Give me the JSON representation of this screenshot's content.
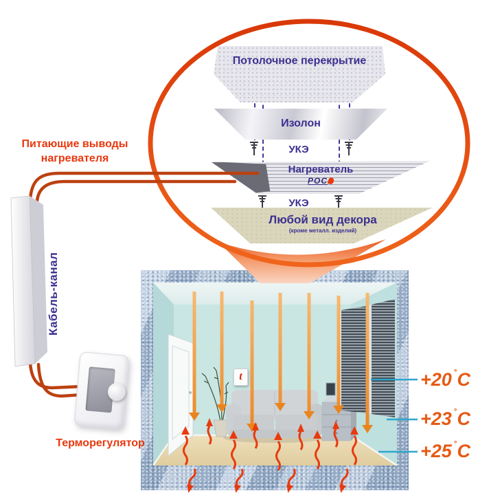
{
  "callout": {
    "layers": [
      {
        "label": "Потолочное перекрытие"
      },
      {
        "label": "Изолон"
      },
      {
        "label": "УКЭ"
      },
      {
        "label": "Нагреватель",
        "brand": "РОС"
      },
      {
        "label": "УКЭ"
      },
      {
        "label": "Любой вид декора",
        "note": "(кроме металл. изделий)"
      }
    ]
  },
  "labels": {
    "power_leads": "Питающие выводы нагревателя",
    "cable_channel": "Кабель-канал",
    "thermostat": "Терморегулятор"
  },
  "room": {
    "wall_thermostat_mark": "t",
    "temperatures": [
      {
        "value": "+20",
        "degree": "˚",
        "unit": "C"
      },
      {
        "value": "+23",
        "degree": "˚",
        "unit": "C"
      },
      {
        "value": "+25",
        "degree": "˚",
        "unit": "C"
      }
    ]
  },
  "colors": {
    "accent_orange": "#e8400f",
    "label_indigo": "#3b3090",
    "temperature_orange": "#e65a15",
    "pointer_blue": "#2fa6cb",
    "wire_brick": "#bc4110"
  }
}
